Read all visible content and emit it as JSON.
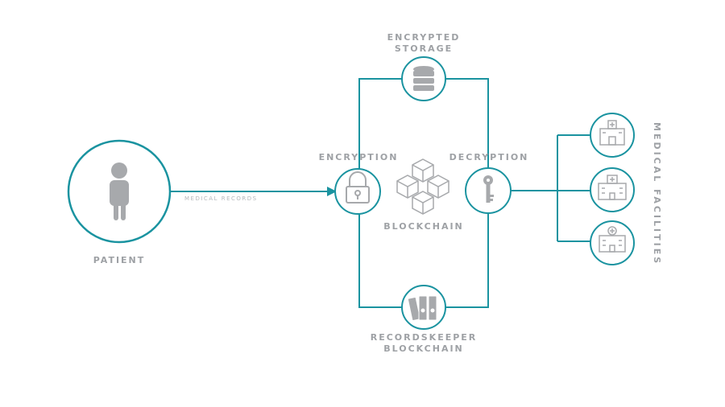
{
  "labels": {
    "encrypted_storage_line1": "ENCRYPTED",
    "encrypted_storage_line2": "STORAGE",
    "encryption": "ENCRYPTION",
    "decryption": "DECRYPTION",
    "blockchain": "BLOCKCHAIN",
    "medical_records": "MEDICAL RECORDS",
    "patient": "PATIENT",
    "recordskeeper_line1": "RECORDSKEEPER",
    "recordskeeper_line2": "BLOCKCHAIN",
    "medical_facilities": "MEDICAL FACILITIES"
  },
  "colors": {
    "teal": "#1a93a0",
    "gray_label": "#9ea1a5",
    "icon_gray": "#a7a9ac",
    "background": "#ffffff"
  },
  "icons": [
    "person-icon",
    "database-icon",
    "lock-icon",
    "blockchain-cubes-icon",
    "key-icon",
    "binders-icon",
    "hospital-icon",
    "hospital-building-icon",
    "clinic-icon"
  ]
}
